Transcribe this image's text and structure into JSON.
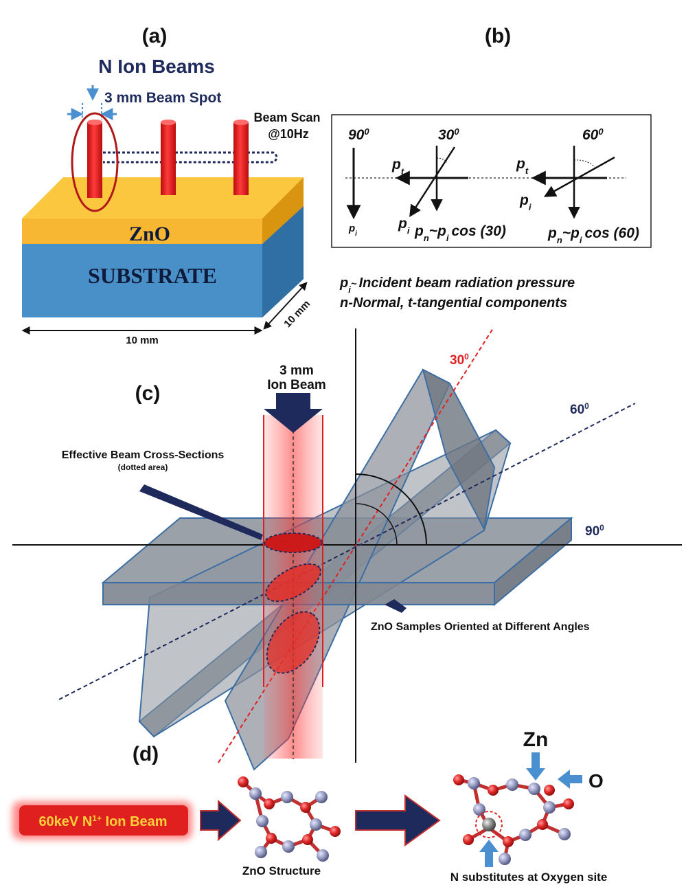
{
  "panel_a": {
    "label": "(a)",
    "title": "N Ion Beams",
    "beam_spot": "3 mm Beam Spot",
    "beam_scan_line1": "Beam Scan",
    "beam_scan_line2": "@10Hz",
    "film": "ZnO",
    "substrate": "SUBSTRATE",
    "dim_width": "10 mm",
    "dim_depth": "10 mm"
  },
  "panel_b": {
    "label": "(b)",
    "angle_90": "90",
    "angle_30": "30",
    "angle_60": "60",
    "deg": "0",
    "p": "p",
    "sub_i": "i",
    "sub_t": "t",
    "sub_n": "n",
    "cos30": "cos (30)",
    "cos60": "cos (60)",
    "tilde": "~",
    "legend_line1": "Incident beam radiation pressure",
    "legend_line2": "n-Normal, t-tangential components"
  },
  "panel_c": {
    "label": "(c)",
    "beam_line1": "3 mm",
    "beam_line2": "Ion Beam",
    "effective": "Effective Beam Cross-Sections",
    "effective_sub": "(dotted area)",
    "angle_30": "30",
    "angle_60": "60",
    "angle_90": "90",
    "deg": "0",
    "samples": "ZnO Samples Oriented at Different Angles"
  },
  "panel_d": {
    "label": "(d)",
    "beam_prefix": "60keV N",
    "beam_sup": "1+",
    "beam_suffix": " Ion Beam",
    "structure": "ZnO Structure",
    "zn": "Zn",
    "o": "O",
    "substitution": "N substitutes at Oxygen site"
  },
  "colors": {
    "navy": "#1f2a5c",
    "beam_red": "#e02020",
    "film_orange": "#f7b733",
    "substrate_blue": "#4a90c8",
    "sample_gray": "#8a9099",
    "zn_atom": "#9a9fc4",
    "o_atom": "#e02828"
  }
}
